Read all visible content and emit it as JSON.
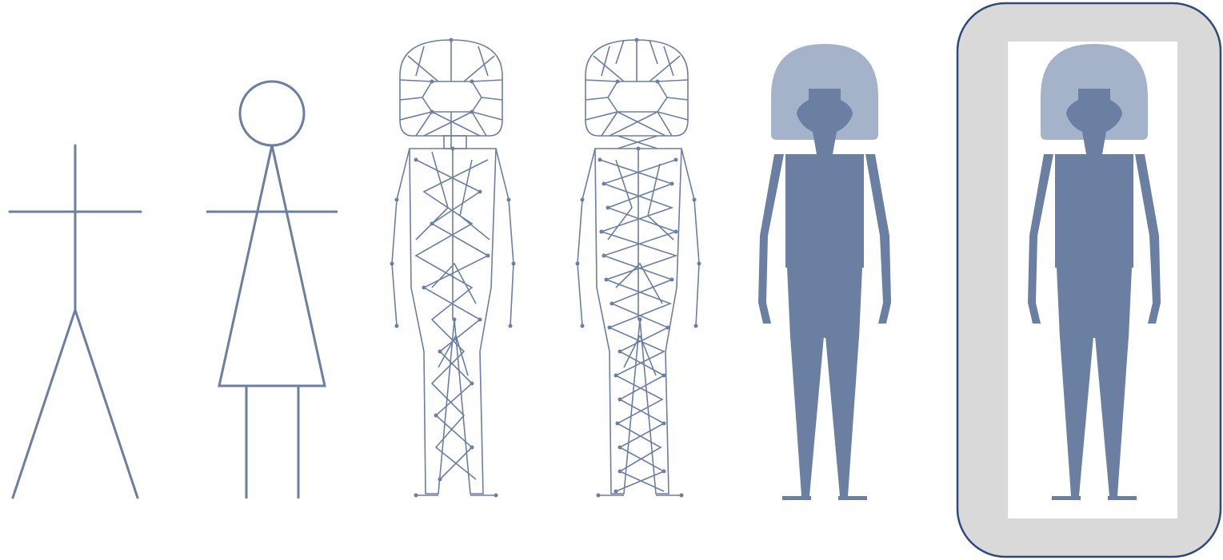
{
  "diagram": {
    "figures": [
      {
        "id": "stick-figure",
        "style": "line"
      },
      {
        "id": "triangle-figure",
        "style": "line"
      },
      {
        "id": "sparse-mesh-figure",
        "style": "mesh"
      },
      {
        "id": "dense-mesh-figure",
        "style": "mesh"
      },
      {
        "id": "solid-figure",
        "style": "solid"
      },
      {
        "id": "selected-solid-figure",
        "style": "solid",
        "selected": true
      }
    ],
    "colors": {
      "stroke": "#6b7fa3",
      "body": "#6b7fa3",
      "hair": "#a4b3ca",
      "highlight_panel": "#d9d9d9",
      "highlight_border": "#2f4a7a",
      "background": "#ffffff"
    }
  }
}
